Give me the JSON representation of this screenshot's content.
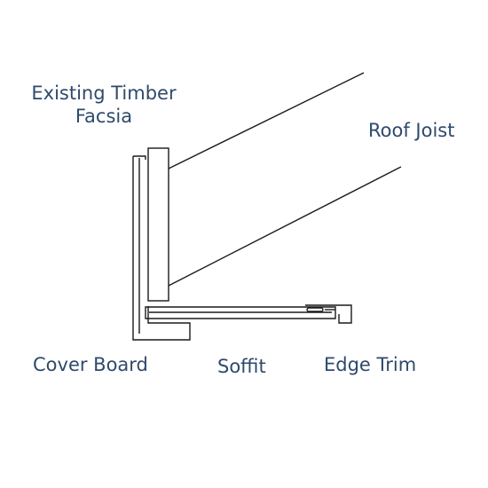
{
  "labels": {
    "facsia_line1": "Existing Timber",
    "facsia_line2": "Facsia",
    "roof_joist": "Roof Joist",
    "cover_board": "Cover Board",
    "soffit": "Soffit",
    "edge_trim": "Edge Trim"
  },
  "colors": {
    "line": "#1a1a1a",
    "label_text": "#2e4a6b",
    "background": "#ffffff"
  }
}
